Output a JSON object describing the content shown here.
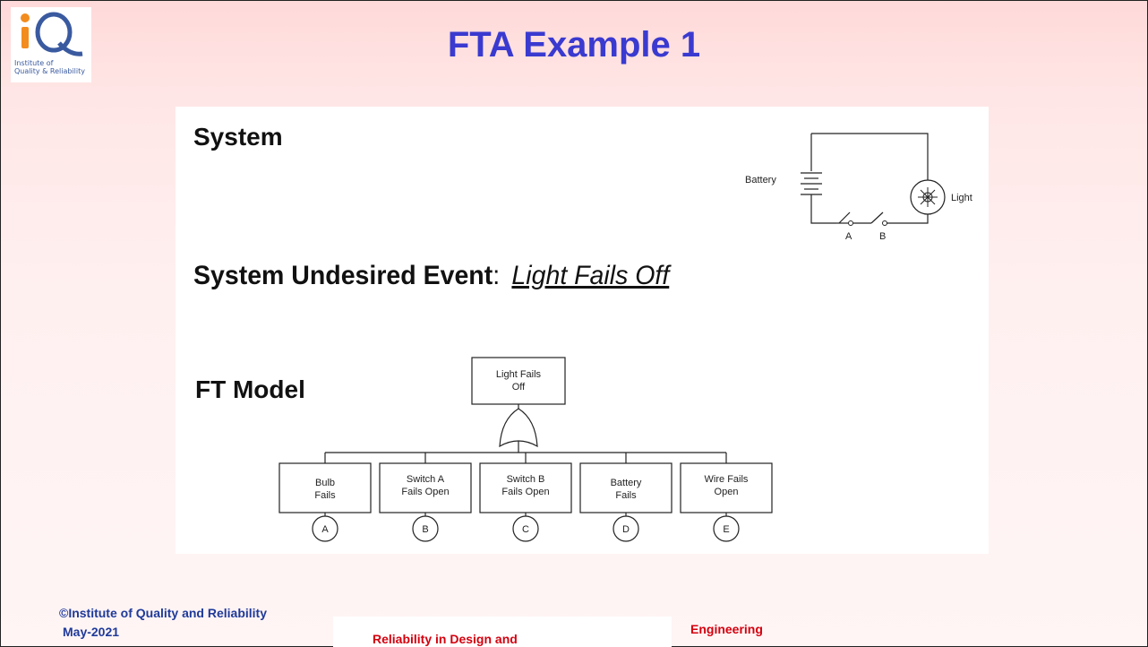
{
  "slide": {
    "title": "FTA Example 1",
    "logo_caption_line1": "Institute of",
    "logo_caption_line2": "Quality & Reliability"
  },
  "content": {
    "system_heading": "System",
    "undesired_label": "System Undesired Event",
    "undesired_colon": ":",
    "undesired_event": "Light Fails Off",
    "ft_model_heading": "FT Model"
  },
  "circuit": {
    "battery_label": "Battery",
    "light_label": "Light",
    "switch_a_label": "A",
    "switch_b_label": "B"
  },
  "fault_tree": {
    "top_event_line1": "Light Fails",
    "top_event_line2": "Off",
    "events": [
      {
        "line1": "Bulb",
        "line2": "Fails",
        "id": "A"
      },
      {
        "line1": "Switch A",
        "line2": "Fails Open",
        "id": "B"
      },
      {
        "line1": "Switch B",
        "line2": "Fails Open",
        "id": "C"
      },
      {
        "line1": "Battery",
        "line2": "Fails",
        "id": "D"
      },
      {
        "line1": "Wire Fails",
        "line2": "Open",
        "id": "E"
      }
    ]
  },
  "footer": {
    "copyright": "©Institute of Quality and Reliability",
    "date": "May-2021",
    "course_part1": "Reliability in Design and",
    "course_part2": "Engineering"
  },
  "colors": {
    "title": "#3a3ad0",
    "footer_left": "#1f3a99",
    "footer_course": "#d4000e",
    "logo_orange": "#f28c1e",
    "logo_blue": "#3a5aa0"
  }
}
